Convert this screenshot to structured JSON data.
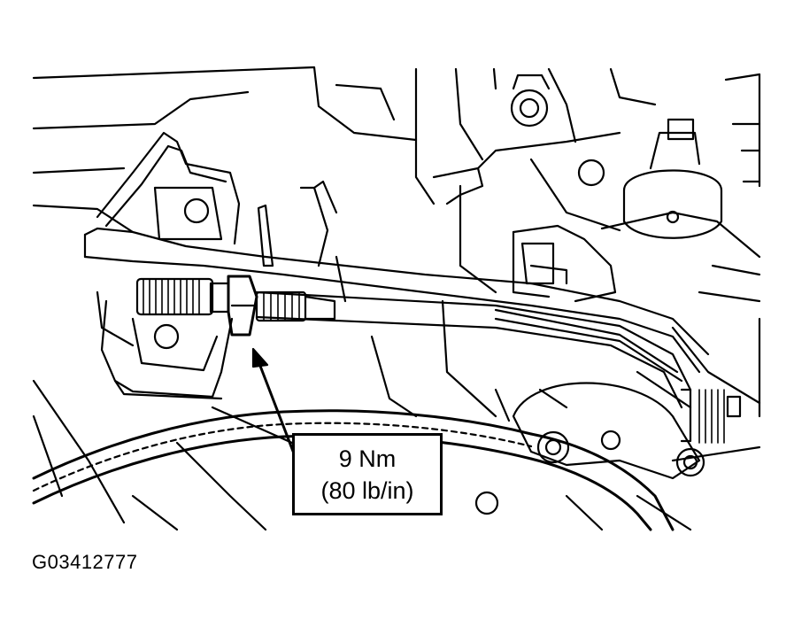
{
  "callout": {
    "line1": "9 Nm",
    "line2": "(80 lb/in)"
  },
  "figure_id": "G03412777",
  "colors": {
    "ink": "#000000",
    "paper": "#ffffff"
  },
  "icons": {
    "callout_pointer": "arrow-icon"
  }
}
